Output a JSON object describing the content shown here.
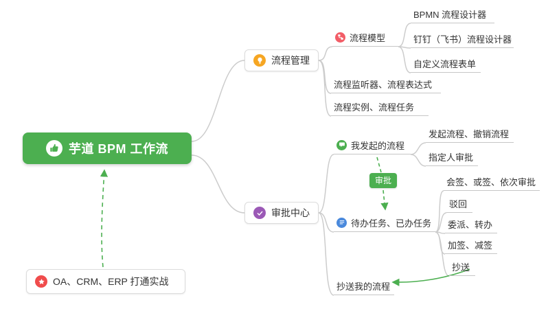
{
  "root": {
    "label": "芋道 BPM 工作流"
  },
  "nodes": {
    "process_management": {
      "label": "流程管理"
    },
    "process_model": {
      "label": "流程模型"
    },
    "bpmn_designer": {
      "label": "BPMN 流程设计器"
    },
    "dingtalk_feishu_designer": {
      "label": "钉钉（飞书）流程设计器"
    },
    "custom_process_form": {
      "label": "自定义流程表单"
    },
    "process_listener_expression": {
      "label": "流程监听器、流程表达式"
    },
    "process_instance_task": {
      "label": "流程实例、流程任务"
    },
    "approval_center": {
      "label": "审批中心"
    },
    "my_initiated_process": {
      "label": "我发起的流程"
    },
    "initiate_cancel_process": {
      "label": "发起流程、撤销流程"
    },
    "assignee_approval": {
      "label": "指定人审批"
    },
    "todo_done_tasks": {
      "label": "待办任务、已办任务"
    },
    "countersign_orsign_sequential": {
      "label": "会签、或签、依次审批"
    },
    "reject": {
      "label": "驳回"
    },
    "delegate_transfer": {
      "label": "委派、转办"
    },
    "add_remove_sign": {
      "label": "加签、减签"
    },
    "carbon_copy": {
      "label": "抄送"
    },
    "cc_my_process": {
      "label": "抄送我的流程"
    },
    "oa_crm_erp": {
      "label": "OA、CRM、ERP 打通实战"
    }
  },
  "relationship": {
    "label": "审批"
  },
  "colors": {
    "root_bg": "#4caf50",
    "process_management_icon": "#f6a623",
    "process_model_icon": "#f25d67",
    "approval_center_icon": "#9b59b6",
    "my_initiated_icon": "#4caf50",
    "todo_done_icon": "#4a89dc",
    "oa_icon": "#f04c4c",
    "relationship_green": "#4caf50",
    "connector_gray": "#cccccc"
  }
}
